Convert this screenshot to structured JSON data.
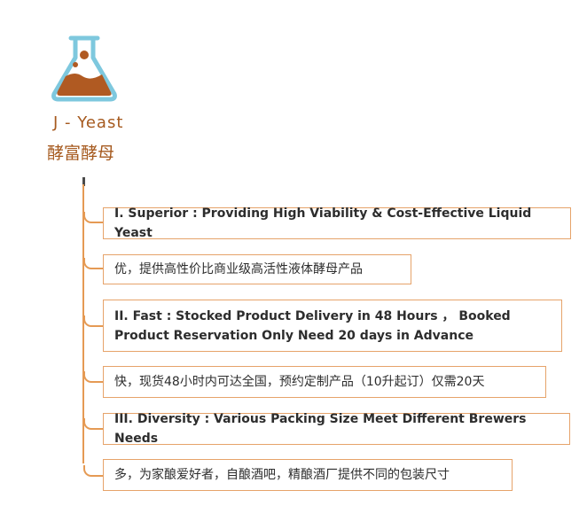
{
  "brand": {
    "name_en": "J - Yeast",
    "name_cn": "酵富酵母",
    "colors": {
      "accent": "#a65a1f",
      "line": "#e59a54",
      "border": "#e6a36a",
      "flask": "#7ec8de",
      "liquid": "#b05a22"
    }
  },
  "items": [
    {
      "text": "I. Superior : Providing High Viability & Cost-Effective Liquid Yeast"
    },
    {
      "text": "优，提供高性价比商业级高活性液体酵母产品"
    },
    {
      "text": "II. Fast : Stocked Product Delivery in 48 Hours ，  Booked Product Reservation Only Need 20 days in Advance"
    },
    {
      "text": "快，现货48小时内可达全国，预约定制产品（10升起订）仅需20天"
    },
    {
      "text": "III. Diversity : Various Packing Size Meet Different Brewers Needs"
    },
    {
      "text": "多，为家酿爱好者，自酿酒吧，精酿酒厂提供不同的包装尺寸"
    }
  ]
}
